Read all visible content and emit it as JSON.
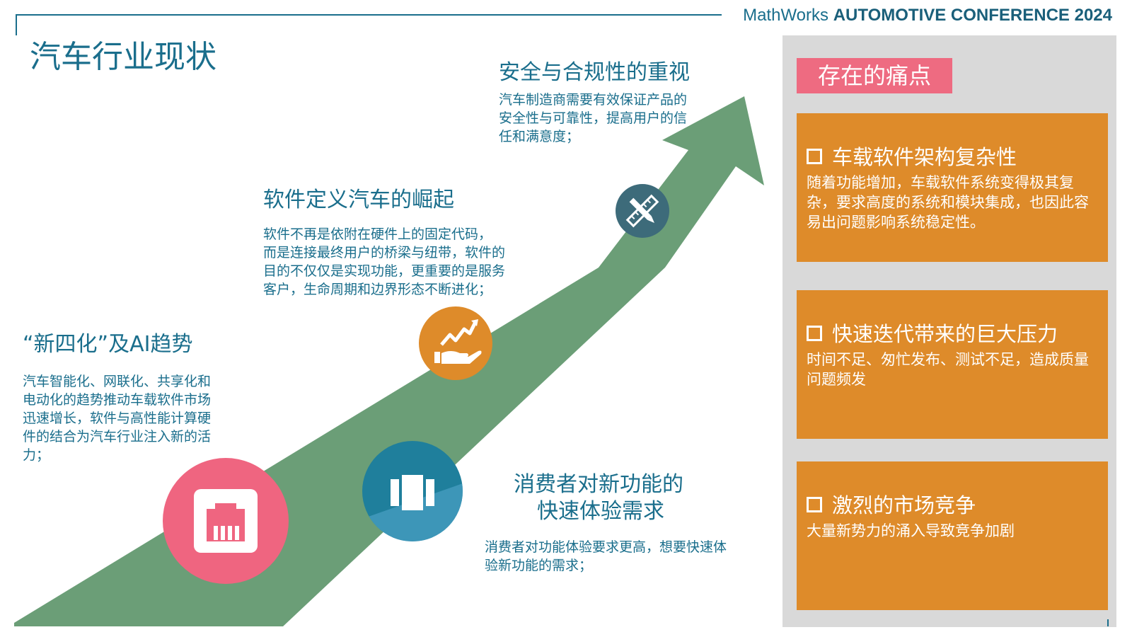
{
  "header": {
    "conference_light": "MathWorks ",
    "conference_bold": "AUTOMOTIVE CONFERENCE 2024"
  },
  "page_title": "汽车行业现状",
  "sections": [
    {
      "title": "“新四化”及AI趋势",
      "body": "汽车智能化、网联化、共享化和\n电动化的趋势推动车载软件市场\n迅速增长，软件与高性能计算硬\n件的结合为汽车行业注入新的活\n力；",
      "icon": "network-port-icon",
      "color": "#ef6580"
    },
    {
      "title": "软件定义汽车的崛起",
      "body": "软件不再是依附在硬件上的固定代码，\n而是连接最终用户的桥梁与纽带，软件的\n目的不仅仅是实现功能，更重要的是服务\n客户，生命周期和边界形态不断进化；",
      "icon": "hand-growth-chart-icon",
      "color": "#de8b2a"
    },
    {
      "title": "安全与合规性的重视",
      "body": "汽车制造商需要有效保证产品的\n安全性与可靠性，提高用户的信\n任和满意度；",
      "icon": "ruler-pencil-icon",
      "color": "#3d6b7a"
    },
    {
      "title_line1": "消费者对新功能的",
      "title_line2": "快速体验需求",
      "body": "消费者对功能体验要求更高，想要快速体\n验新功能的需求；",
      "icon": "columns-icon",
      "color": "#1f7f9c"
    }
  ],
  "pain_points": {
    "label": "存在的痛点",
    "items": [
      {
        "title": "车载软件架构复杂性",
        "body": "随着功能增加，车载软件系统变得极其复杂，要求高度的系统和模块集成，也因此容易出问题影响系统稳定性。"
      },
      {
        "title": "快速迭代带来的巨大压力",
        "body": "时间不足、匆忙发布、测试不足，造成质量问题频发"
      },
      {
        "title": "激烈的市场竞争",
        "body": "大量新势力的涌入导致竞争加剧"
      }
    ]
  },
  "colors": {
    "brand_blue": "#1a6e8c",
    "arrow_green": "#6b9e77",
    "panel_gray": "#d9d9d9",
    "card_orange": "#de8b2a",
    "label_pink": "#ee6b81"
  }
}
